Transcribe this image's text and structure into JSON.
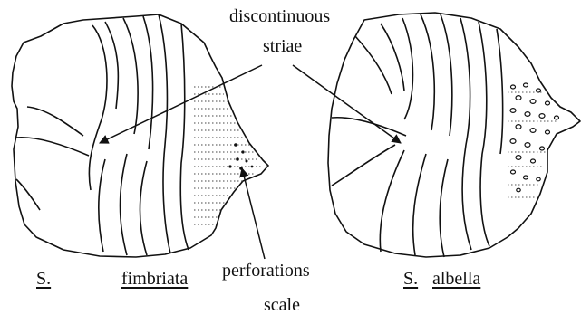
{
  "labels": {
    "discontinuous": "discontinuous",
    "striae": "striae",
    "perforations": "perforations",
    "scale": "scale"
  },
  "specimens": {
    "left": {
      "genus": "S.",
      "species": "fimbriata"
    },
    "right": {
      "genus": "S.",
      "species": "albella"
    }
  }
}
